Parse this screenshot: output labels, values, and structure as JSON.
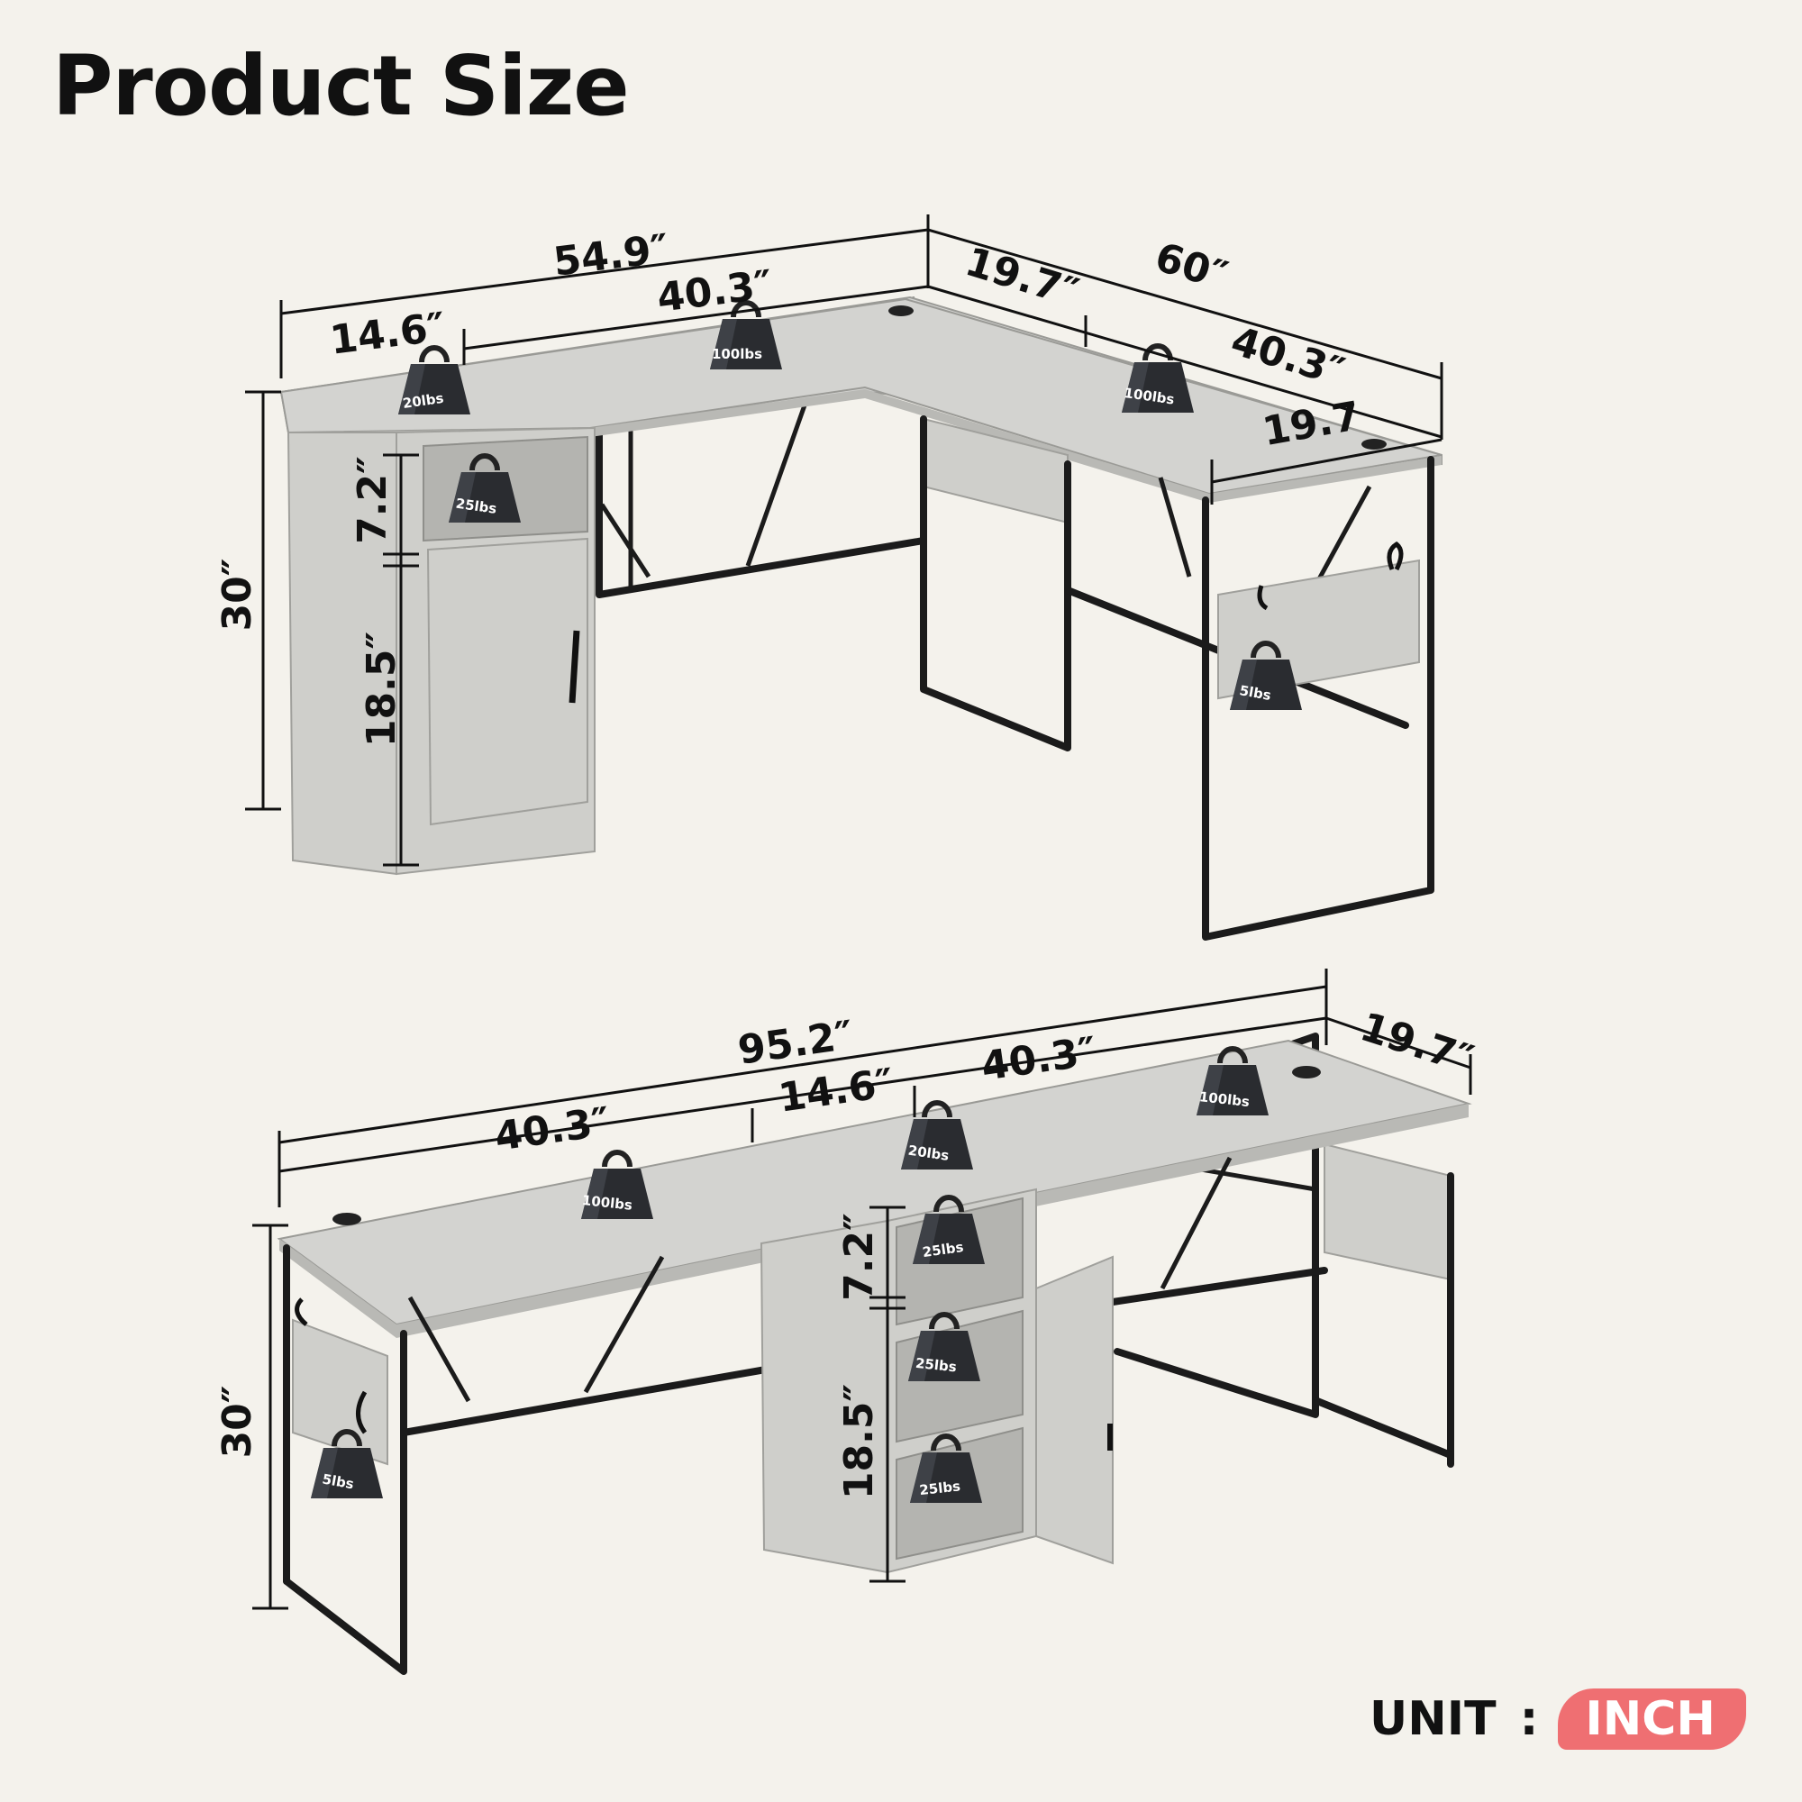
{
  "title": "Product Size",
  "unit": {
    "label": "UNIT",
    "separator": ":",
    "value": "INCH"
  },
  "colors": {
    "background": "#f4f2ec",
    "badge": "#ef6f72",
    "frame": "#1b1b1b",
    "wood": "#cfcfcb",
    "text": "#111111"
  },
  "l_shape": {
    "dims": {
      "total_left": "54.9″",
      "top_main": "40.3″",
      "cabinet_width": "14.6″",
      "depth_right": "19.7″",
      "total_right": "60″",
      "right_top": "40.3″",
      "right_depth": "19.7",
      "height": "30″",
      "shelf_height": "7.2″",
      "door_height": "18.5″"
    },
    "weights": {
      "cabinet_top": "20lbs",
      "left_top": "100lbs",
      "right_top": "100lbs",
      "shelf": "25lbs",
      "hook": "5lbs"
    }
  },
  "straight": {
    "dims": {
      "total": "95.2″",
      "left_top": "40.3″",
      "middle": "14.6″",
      "right_top": "40.3″",
      "depth": "19.7″",
      "height": "30″",
      "shelf_height": "7.2″",
      "lower_height": "18.5″"
    },
    "weights": {
      "left_top": "100lbs",
      "middle_top": "20lbs",
      "right_top": "100lbs",
      "shelf_top": "25lbs",
      "shelf_mid": "25lbs",
      "shelf_low": "25lbs",
      "hook": "5lbs"
    }
  }
}
